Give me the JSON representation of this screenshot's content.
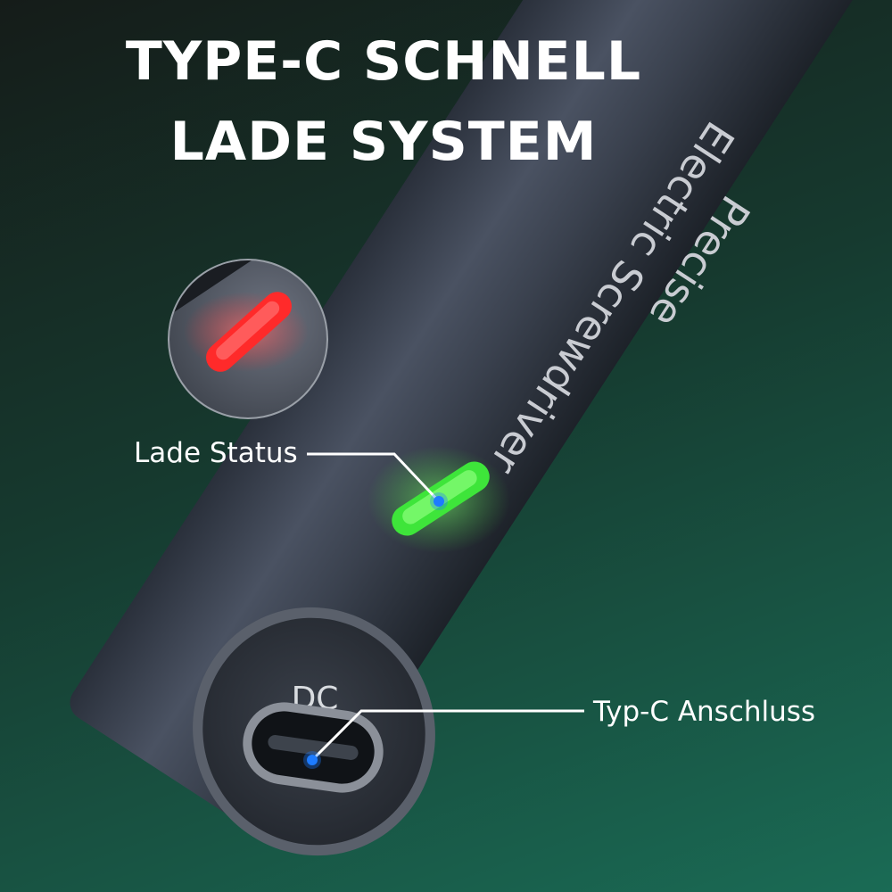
{
  "headline": {
    "line1": "TYPE-C SCHNELL",
    "line2": "LADE SYSTEM"
  },
  "device": {
    "brand_text_line1": "Precise",
    "brand_text_line2": "Electric Screwdriver",
    "port_label": "DC"
  },
  "callouts": {
    "charge_status": "Lade Status",
    "typec_port": "Typ-C Anschluss"
  },
  "colors": {
    "background_dark": "#151c19",
    "background_green": "#1a6b55",
    "body_metal": "#3a4150",
    "led_green": "#3ee53a",
    "led_red": "#ff2a2a",
    "pointer_blue": "#1e7bff"
  }
}
